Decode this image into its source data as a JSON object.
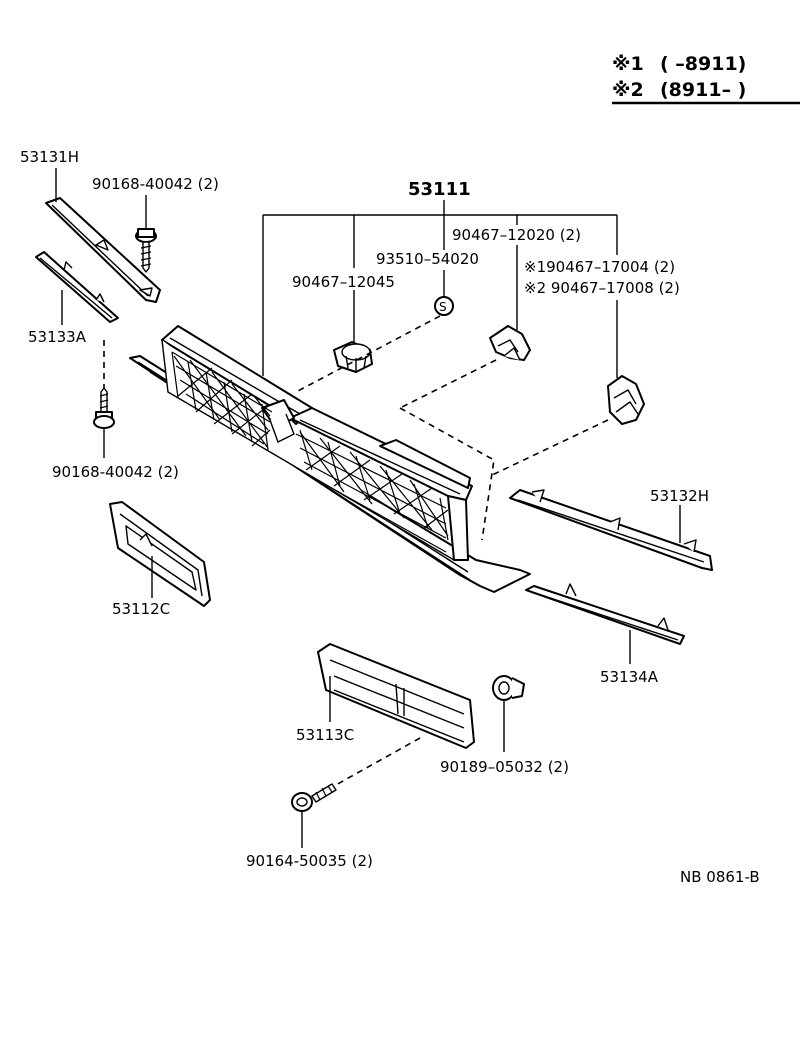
{
  "legend": {
    "row1": {
      "mark": "※1",
      "range": "(       –8911)"
    },
    "row2": {
      "mark": "※2",
      "range": "(8911–        )"
    }
  },
  "labels": {
    "p53131H": "53131H",
    "p90168_top": "90168-40042 (2)",
    "p53111": "53111",
    "p90467_12020": "90467–12020 (2)",
    "p93510": "93510–54020",
    "p90467_17004": "※190467–17004 (2)",
    "p90467_17008": "※2  90467–17008 (2)",
    "p90467_12045": "90467–12045",
    "p53133A": "53133A",
    "p90168_bottom": "90168-40042 (2)",
    "p53132H": "53132H",
    "p53112C": "53112C",
    "p53134A": "53134A",
    "p53113C": "53113C",
    "p90189": "90189–05032 (2)",
    "p90164": "90164-50035 (2)",
    "ref_code": "NB  0861-B"
  },
  "icons": {
    "S-marker": "S"
  }
}
